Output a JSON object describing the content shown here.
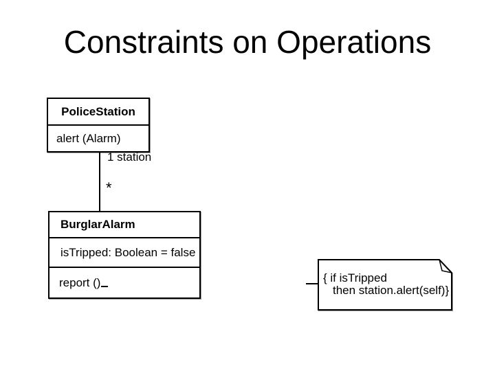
{
  "slide": {
    "title": "Constraints on Operations"
  },
  "diagram": {
    "police_station": {
      "name": "PoliceStation",
      "operations": [
        "alert (Alarm)"
      ]
    },
    "burglar_alarm": {
      "name": "BurglarAlarm",
      "attributes": [
        "isTripped: Boolean = false"
      ],
      "operations": [
        "report ()"
      ]
    },
    "association": {
      "station_end_label": "1 station",
      "alarm_end_label": "*"
    },
    "note": {
      "line1": "{ if isTripped",
      "line2": "then station.alert(self)}"
    }
  },
  "colors": {
    "background": "#ffffff",
    "line": "#000000",
    "text": "#000000",
    "shadow": "#9a9a9a"
  }
}
